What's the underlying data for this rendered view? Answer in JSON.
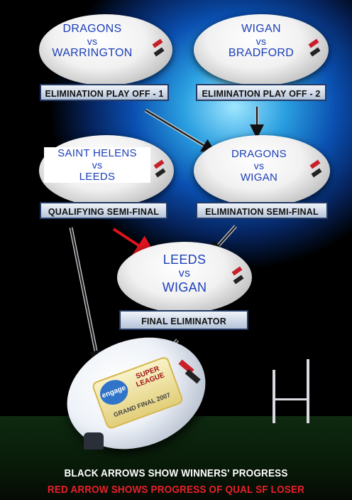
{
  "matches": [
    {
      "team1": "DRAGONS",
      "vs": "vs",
      "team2": "WARRINGTON",
      "label": "ELIMINATION PLAY OFF - 1"
    },
    {
      "team1": "WIGAN",
      "vs": "vs",
      "team2": "BRADFORD",
      "label": "ELIMINATION PLAY OFF - 2"
    },
    {
      "team1": "SAINT HELENS",
      "vs": "vs",
      "team2": "LEEDS",
      "label": "QUALIFYING SEMI-FINAL"
    },
    {
      "team1": "DRAGONS",
      "vs": "vs",
      "team2": "WIGAN",
      "label": "ELIMINATION SEMI-FINAL"
    },
    {
      "team1": "LEEDS",
      "vs": "vs",
      "team2": "WIGAN",
      "label": "FINAL ELIMINATOR"
    }
  ],
  "grand_final_ball": {
    "brand": "engage",
    "league": "SUPER LEAGUE",
    "event": "GRAND FINAL 2007"
  },
  "legend": {
    "line1": "BLACK ARROWS SHOW WINNERS' PROGRESS",
    "line2": "RED ARROW SHOWS PROGRESS OF QUAL SF LOSER",
    "line1_color": "#ffffff",
    "line2_color": "#e8202a"
  },
  "arrows": [
    {
      "from": "ELIMINATION PLAY OFF - 1",
      "to": "ELIMINATION SEMI-FINAL",
      "color": "black"
    },
    {
      "from": "ELIMINATION PLAY OFF - 2",
      "to": "ELIMINATION SEMI-FINAL",
      "color": "black"
    },
    {
      "from": "QUALIFYING SEMI-FINAL",
      "to": "FINAL ELIMINATOR",
      "color": "red"
    },
    {
      "from": "ELIMINATION SEMI-FINAL",
      "to": "FINAL ELIMINATOR",
      "color": "black"
    },
    {
      "from": "QUALIFYING SEMI-FINAL",
      "to": "GRAND FINAL",
      "color": "black"
    },
    {
      "from": "FINAL ELIMINATOR",
      "to": "GRAND FINAL",
      "color": "black"
    }
  ]
}
